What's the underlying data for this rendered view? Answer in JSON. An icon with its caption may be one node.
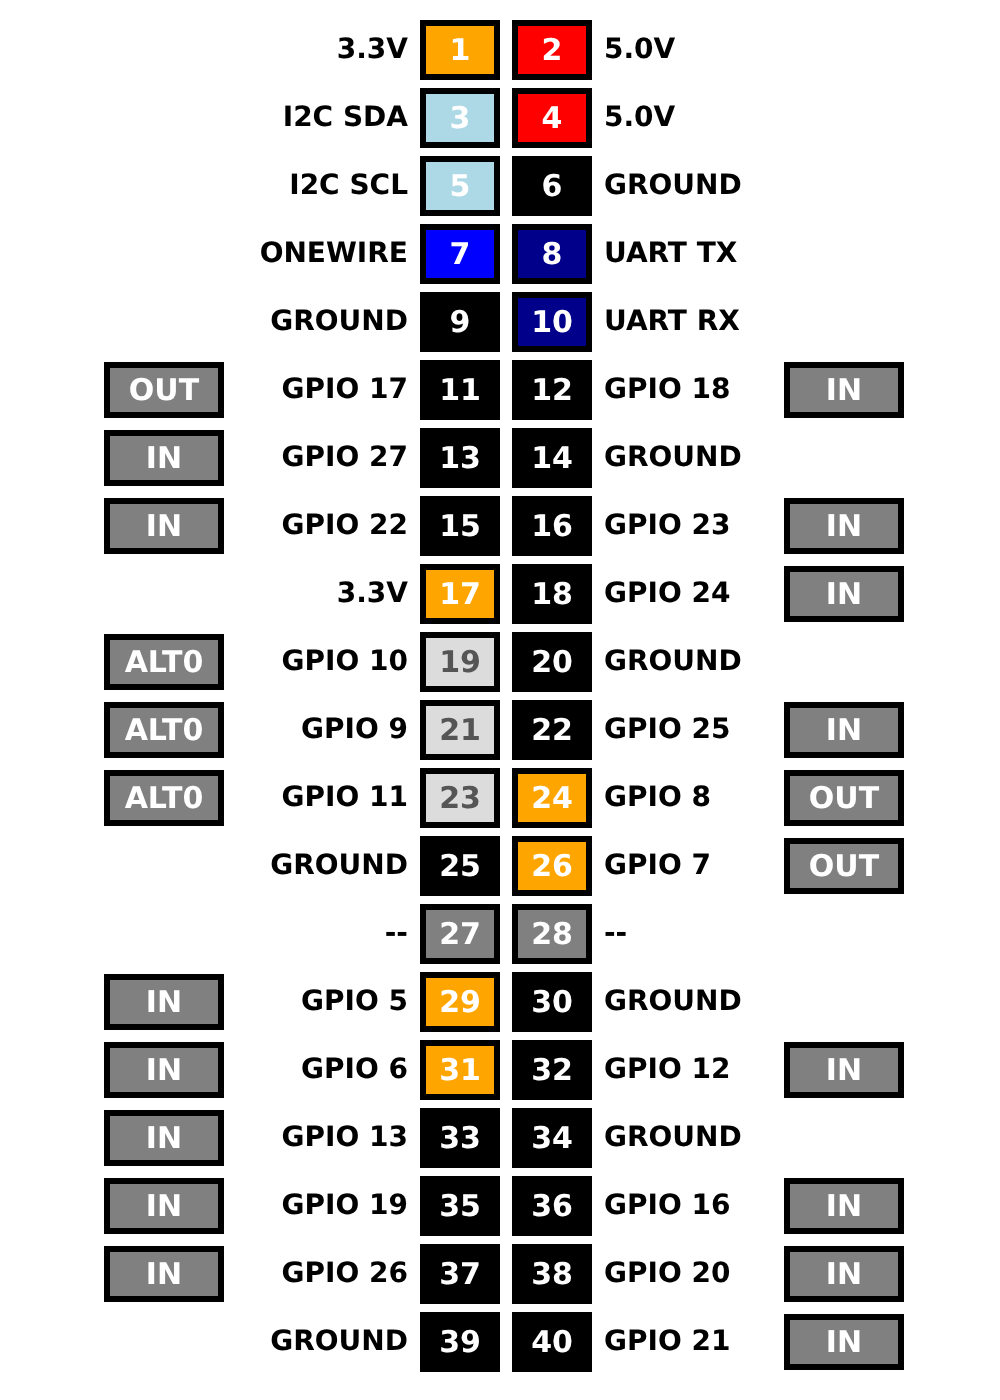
{
  "diagram": {
    "nodes": [
      {
        "text": [
          "1"
        ],
        "beside": [
          "3.3V"
        ]
      },
      {
        "text": [
          "2"
        ],
        "beside": [
          "5.0V"
        ]
      },
      {
        "text": [
          "3"
        ],
        "beside": [
          "I2C SDA"
        ]
      },
      {
        "text": [
          "4"
        ],
        "beside": [
          "5.0V"
        ]
      },
      {
        "text": [
          "5"
        ],
        "beside": [
          "I2C SCL"
        ]
      },
      {
        "text": [
          "6"
        ],
        "beside": [
          "GROUND"
        ]
      },
      {
        "text": [
          "7"
        ],
        "beside": [
          "ONEWIRE"
        ]
      },
      {
        "text": [
          "8"
        ],
        "beside": [
          "UART TX"
        ]
      },
      {
        "text": [
          "9"
        ],
        "beside": [
          "GROUND"
        ]
      },
      {
        "text": [
          "10"
        ],
        "beside": [
          "UART RX"
        ]
      },
      {
        "text": [
          "OUT"
        ]
      },
      {
        "text": [
          "11"
        ],
        "beside": [
          "GPIO 17"
        ]
      },
      {
        "text": [
          "12"
        ],
        "beside": [
          "GPIO 18"
        ]
      },
      {
        "text": [
          "IN"
        ]
      },
      {
        "text": [
          "IN"
        ]
      },
      {
        "text": [
          "13"
        ],
        "beside": [
          "GPIO 27"
        ]
      },
      {
        "text": [
          "14"
        ],
        "beside": [
          "GROUND"
        ]
      },
      {
        "text": [
          "IN"
        ]
      },
      {
        "text": [
          "15"
        ],
        "beside": [
          "GPIO 22"
        ]
      },
      {
        "text": [
          "16"
        ],
        "beside": [
          "GPIO 23"
        ]
      },
      {
        "text": [
          "IN"
        ]
      },
      {
        "text": [
          "17"
        ],
        "beside": [
          "3.3V"
        ]
      },
      {
        "text": [
          "18"
        ],
        "beside": [
          "GPIO 24"
        ]
      },
      {
        "text": [
          "IN"
        ]
      },
      {
        "text": [
          "ALT0"
        ]
      },
      {
        "text": [
          "19"
        ],
        "beside": [
          "GPIO 10"
        ]
      },
      {
        "text": [
          "20"
        ],
        "beside": [
          "GROUND"
        ]
      },
      {
        "text": [
          "ALT0"
        ]
      },
      {
        "text": [
          "21"
        ],
        "beside": [
          "GPIO 9"
        ]
      },
      {
        "text": [
          "22"
        ],
        "beside": [
          "GPIO 25"
        ]
      },
      {
        "text": [
          "IN"
        ]
      },
      {
        "text": [
          "ALT0"
        ]
      },
      {
        "text": [
          "23"
        ],
        "beside": [
          "GPIO 11"
        ]
      },
      {
        "text": [
          "24"
        ],
        "beside": [
          "GPIO 8"
        ]
      },
      {
        "text": [
          "OUT"
        ]
      },
      {
        "text": [
          "25"
        ],
        "beside": [
          "GROUND"
        ]
      },
      {
        "text": [
          "26"
        ],
        "beside": [
          "GPIO 7"
        ]
      },
      {
        "text": [
          "OUT"
        ]
      },
      {
        "text": [
          "27"
        ],
        "beside": [
          "--"
        ]
      },
      {
        "text": [
          "28"
        ],
        "beside": [
          "--"
        ]
      },
      {
        "text": [
          "IN"
        ]
      },
      {
        "text": [
          "29"
        ],
        "beside": [
          "GPIO 5"
        ]
      },
      {
        "text": [
          "30"
        ],
        "beside": [
          "GROUND"
        ]
      },
      {
        "text": [
          "IN"
        ]
      },
      {
        "text": [
          "31"
        ],
        "beside": [
          "GPIO 6"
        ]
      },
      {
        "text": [
          "32"
        ],
        "beside": [
          "GPIO 12"
        ]
      },
      {
        "text": [
          "IN"
        ]
      },
      {
        "text": [
          "IN"
        ]
      },
      {
        "text": [
          "33"
        ],
        "beside": [
          "GPIO 13"
        ]
      },
      {
        "text": [
          "34"
        ],
        "beside": [
          "GROUND"
        ]
      },
      {
        "text": [
          "IN"
        ]
      },
      {
        "text": [
          "35"
        ],
        "beside": [
          "GPIO 19"
        ]
      },
      {
        "text": [
          "36"
        ],
        "beside": [
          "GPIO 16"
        ]
      },
      {
        "text": [
          "IN"
        ]
      },
      {
        "text": [
          "IN"
        ]
      },
      {
        "text": [
          "37"
        ],
        "beside": [
          "GPIO 26"
        ]
      },
      {
        "text": [
          "38"
        ],
        "beside": [
          "GPIO 20"
        ]
      },
      {
        "text": [
          "IN"
        ]
      },
      {
        "text": [
          "39"
        ],
        "beside": [
          "GROUND"
        ]
      },
      {
        "text": [
          "40"
        ],
        "beside": [
          "GPIO 21"
        ]
      },
      {
        "text": [
          "IN"
        ]
      }
    ]
  }
}
